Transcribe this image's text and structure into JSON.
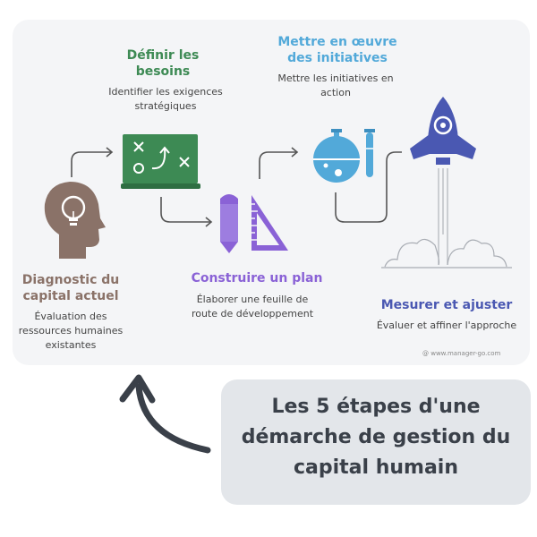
{
  "steps": [
    {
      "title": "Diagnostic du capital actuel",
      "desc": "Évaluation des ressources humaines existantes",
      "color": "#8a7268"
    },
    {
      "title": "Définir les besoins",
      "desc": "Identifier les exigences stratégiques",
      "color": "#3d8a54"
    },
    {
      "title": "Construire un plan",
      "desc": "Élaborer une feuille de route de développement",
      "color": "#8a62d6"
    },
    {
      "title": "Mettre en œuvre des initiatives",
      "desc": "Mettre les initiatives en action",
      "color": "#52a9d9"
    },
    {
      "title": "Mesurer et ajuster",
      "desc": "Évaluer et affiner l'approche",
      "color": "#4a58b2"
    }
  ],
  "credit": "@ www.manager-go.com",
  "main_title": "Les 5 étapes d'une démarche de gestion du capital humain",
  "colors": {
    "card": "#f4f5f7",
    "title_box": "#e3e6ea",
    "title_text": "#3a4049",
    "arrow": "#3a4049",
    "connector": "#555555"
  },
  "icons": [
    "head-lightbulb-icon",
    "strategy-board-icon",
    "pencil-ruler-icon",
    "flask-test-tube-icon",
    "rocket-icon"
  ]
}
